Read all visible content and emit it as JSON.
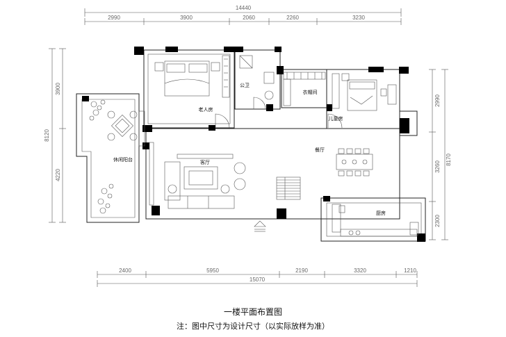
{
  "top_total": "14440",
  "top_dims": [
    "2990",
    "3900",
    "2060",
    "2260",
    "3230"
  ],
  "bottom_total": "15070",
  "bottom_dims": [
    "2400",
    "5950",
    "2190",
    "3320",
    "1210"
  ],
  "left_total": "8120",
  "left_dims": [
    "3900",
    "4220"
  ],
  "right_total": "8170",
  "right_dims": [
    "2990",
    "3260",
    "2300"
  ],
  "rooms": {
    "elderly_room": "老人房",
    "bathroom": "公卫",
    "cloakroom": "衣帽间",
    "children_room": "儿童房",
    "balcony": "休闲阳台",
    "living_room": "客厅",
    "dining_room": "餐厅",
    "kitchen": "厨房"
  },
  "title": "一楼平面布置图",
  "note": "注：图中尺寸为设计尺寸（以实际放样为准）"
}
